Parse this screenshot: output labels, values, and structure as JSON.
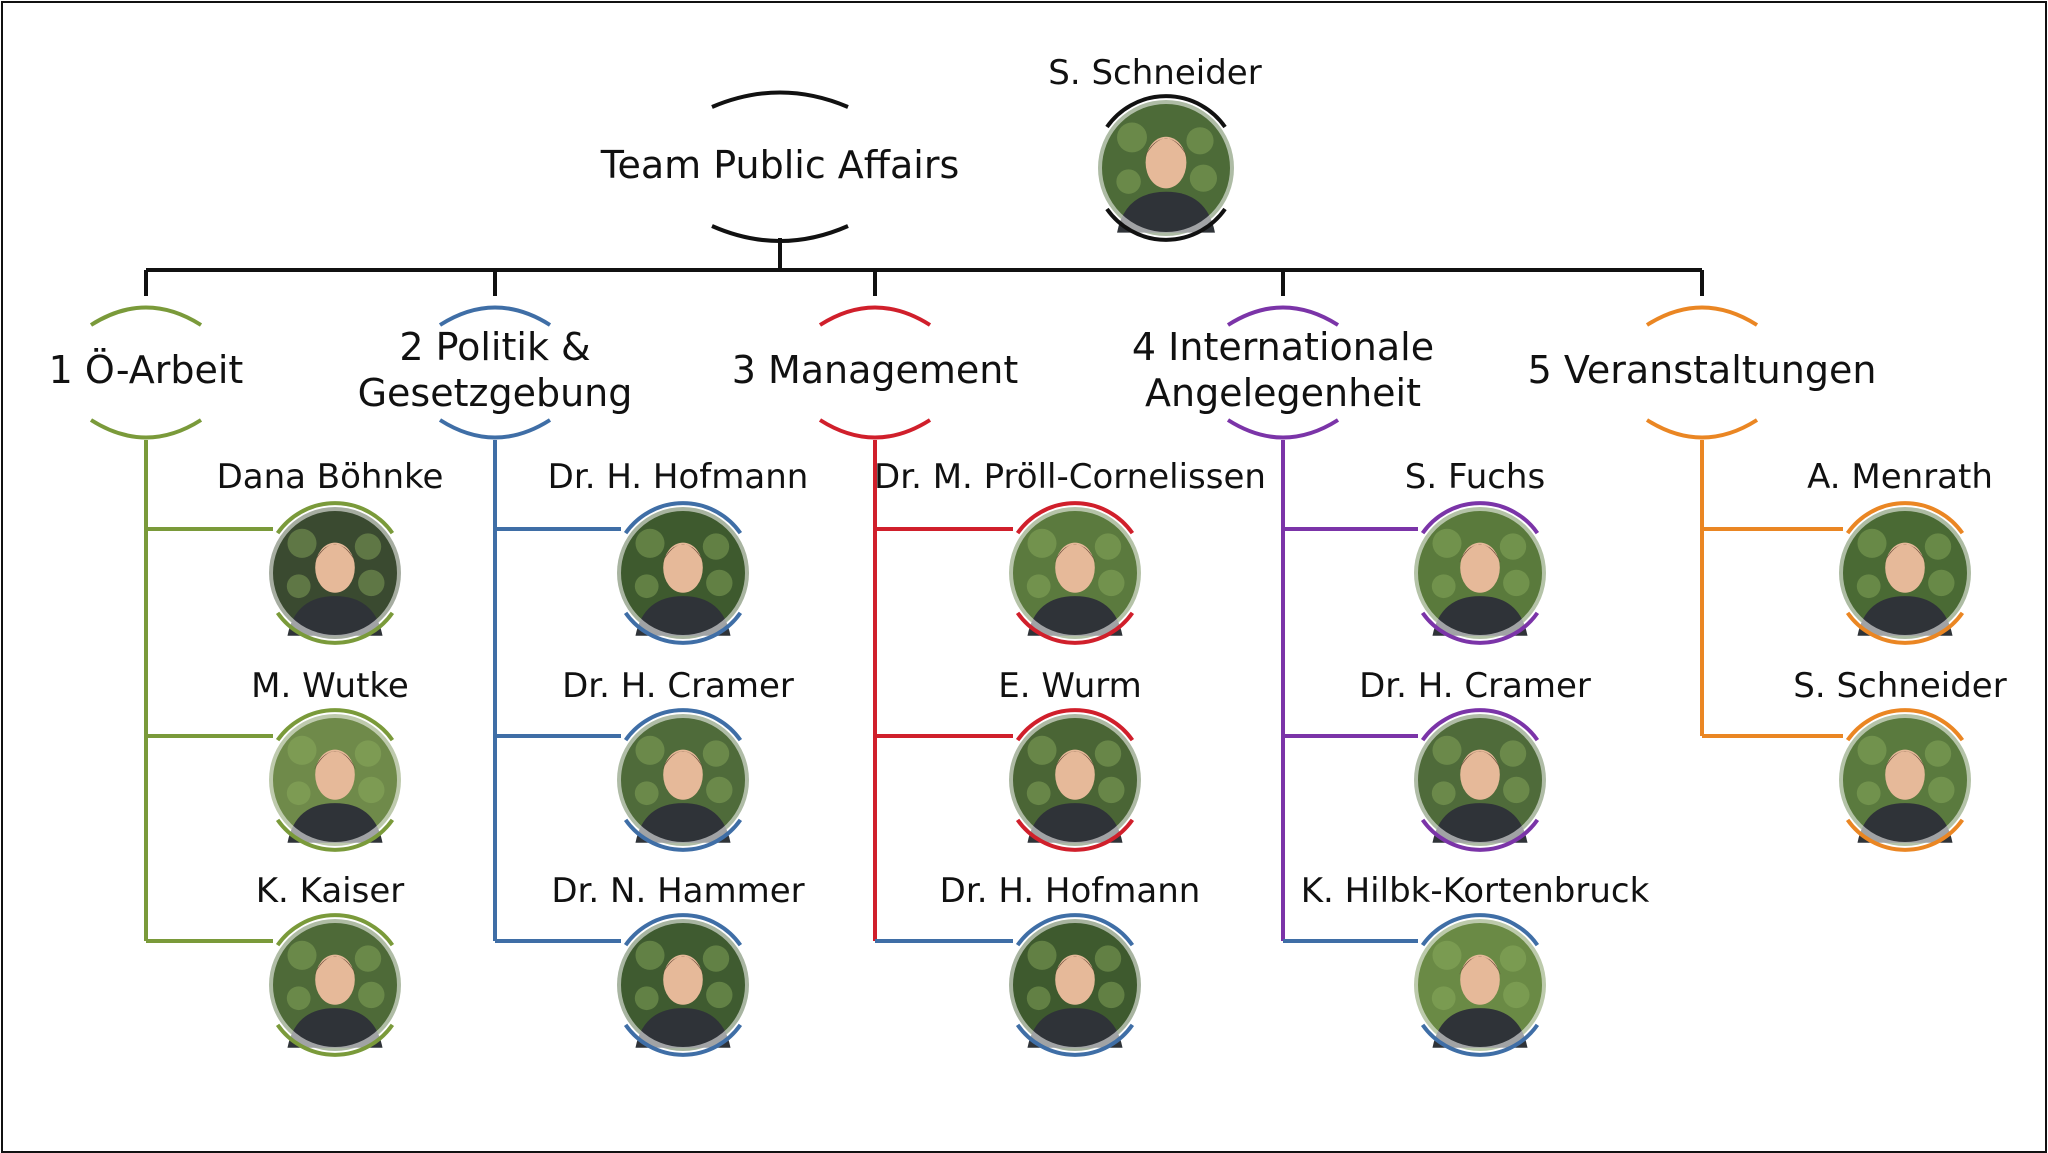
{
  "title": "Team Public Affairs",
  "lead": {
    "name": "S. Schneider",
    "photo": "portrait-photo"
  },
  "colors": {
    "connector": "#111111",
    "green": "#7a9a3a",
    "blue": "#3f6ea6",
    "red": "#d01f2b",
    "purple": "#7b34a8",
    "orange": "#ea8623"
  },
  "groups": [
    {
      "label": [
        "1 Ö-Arbeit"
      ],
      "color_key": "green",
      "members": [
        {
          "name": "Dana Böhnke",
          "tone": "#3a4a30"
        },
        {
          "name": "M. Wutke",
          "tone": "#6f8a4a"
        },
        {
          "name": "K. Kaiser",
          "tone": "#4e6a38"
        }
      ]
    },
    {
      "label": [
        "2 Politik &",
        "Gesetzgebung"
      ],
      "color_key": "blue",
      "members": [
        {
          "name": "Dr. H. Hofmann",
          "tone": "#3e5a2e"
        },
        {
          "name": "Dr. H. Cramer",
          "tone": "#4f6b3a"
        },
        {
          "name": "Dr. N. Hammer",
          "tone": "#3f5b30"
        }
      ]
    },
    {
      "label": [
        "3 Management"
      ],
      "color_key": "red",
      "members": [
        {
          "name": "Dr. M. Pröll-Cornelissen",
          "tone": "#5b7a3e"
        },
        {
          "name": "E. Wurm",
          "tone": "#4a6535"
        },
        {
          "name": "Dr. H. Hofmann",
          "tone": "#3e5a2e",
          "ring_key": "blue"
        }
      ]
    },
    {
      "label": [
        "4 Internationale",
        "Angelegenheit"
      ],
      "color_key": "purple",
      "members": [
        {
          "name": "S. Fuchs",
          "tone": "#5a7a3c"
        },
        {
          "name": "Dr. H. Cramer",
          "tone": "#4f6b3a"
        },
        {
          "name": "K. Hilbk-Kortenbruck",
          "tone": "#6a8a45",
          "ring_key": "blue"
        }
      ]
    },
    {
      "label": [
        "5 Veranstaltungen"
      ],
      "color_key": "orange",
      "members": [
        {
          "name": "A. Menrath",
          "tone": "#4a6a34"
        },
        {
          "name": "S. Schneider",
          "tone": "#5a7a3e"
        }
      ]
    }
  ]
}
